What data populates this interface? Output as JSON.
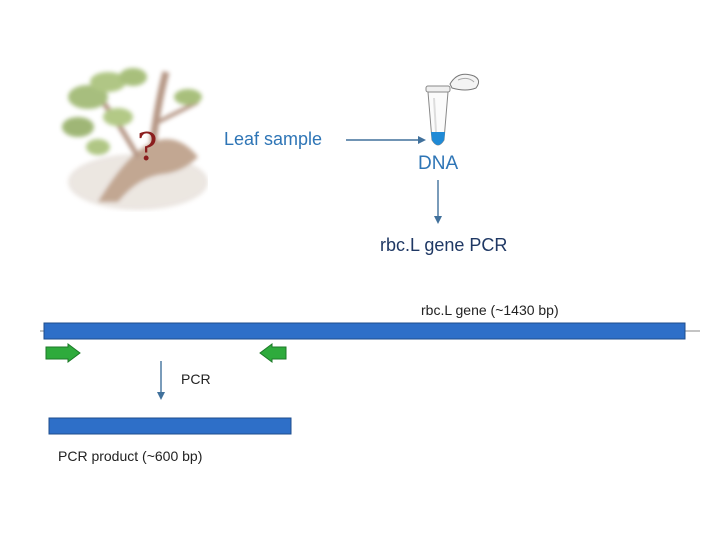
{
  "diagram": {
    "plant": {
      "question_mark": "?",
      "label": "Leaf  sample"
    },
    "dna": {
      "label": "DNA"
    },
    "pcr_step": {
      "label": "rbc.L gene PCR"
    },
    "gene": {
      "label": "rbc.L gene (~1430 bp)",
      "color": "#2e6fc8"
    },
    "primers": {
      "color": "#2eab3c",
      "names": [
        "forward-primer",
        "reverse-primer"
      ]
    },
    "pcr": {
      "label": "PCR"
    },
    "product": {
      "label": "PCR product (~600 bp)",
      "color": "#2e6fc8"
    }
  }
}
